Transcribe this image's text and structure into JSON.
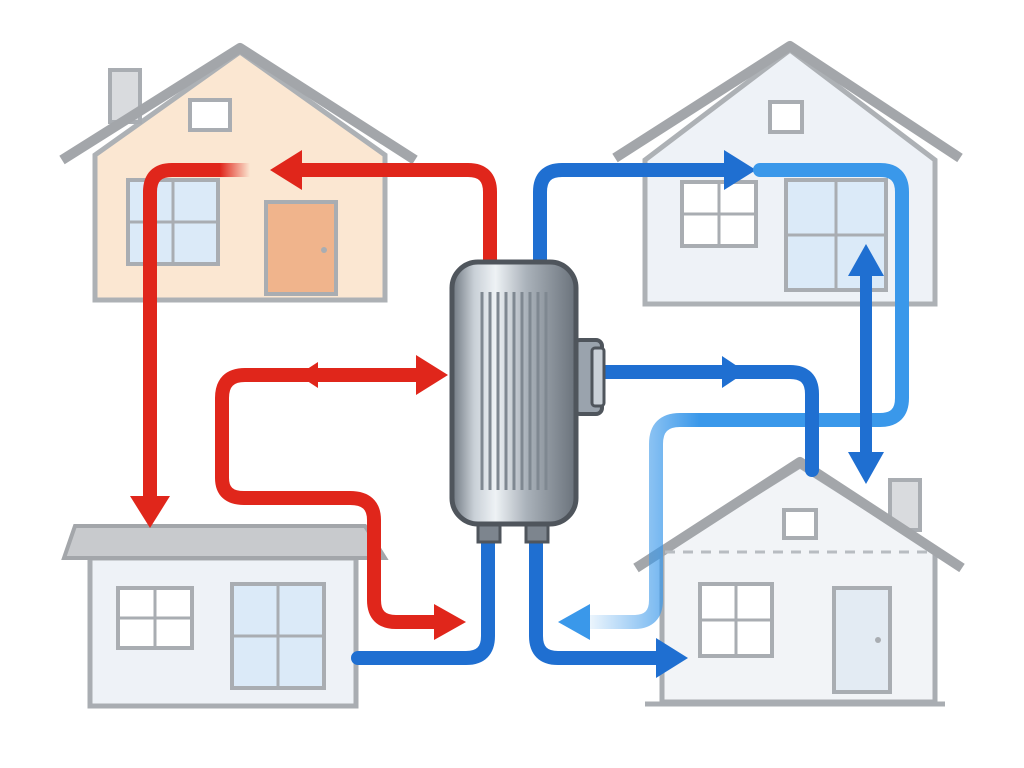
{
  "colors": {
    "hot": "#e0261b",
    "cold": "#1f6fd1",
    "cold_light": "#3a98ea",
    "wall": "#a9adb2",
    "roof": "#a3a6aa",
    "house_warm_fill": "#fbe6d0",
    "house_cool_fill": "#eef2f7",
    "door_warm": "#f0b48c",
    "door_cool": "#e3ebf3",
    "window_glass": "#dbeaf8",
    "unit_body": "#9aa3ad",
    "unit_highlight": "#e8edf2",
    "unit_outline": "#4f555c"
  },
  "nodes": [
    {
      "id": "house-top-left",
      "kind": "house",
      "theme": "warm"
    },
    {
      "id": "house-top-right",
      "kind": "house",
      "theme": "cool"
    },
    {
      "id": "house-bottom-left",
      "kind": "house",
      "theme": "cool"
    },
    {
      "id": "house-bottom-right",
      "kind": "house",
      "theme": "cool"
    },
    {
      "id": "heat-exchanger-unit",
      "kind": "device"
    }
  ],
  "flows": [
    {
      "id": "hot-supply-top-left",
      "temperature": "hot"
    },
    {
      "id": "hot-return-bottom-left",
      "temperature": "hot"
    },
    {
      "id": "hot-loop-middle-left",
      "temperature": "hot"
    },
    {
      "id": "cold-supply-top-right",
      "temperature": "cold"
    },
    {
      "id": "cold-middle-right",
      "temperature": "cold"
    },
    {
      "id": "cold-bottom-right",
      "temperature": "cold"
    },
    {
      "id": "cold-loop-right",
      "temperature": "cold-light"
    }
  ]
}
